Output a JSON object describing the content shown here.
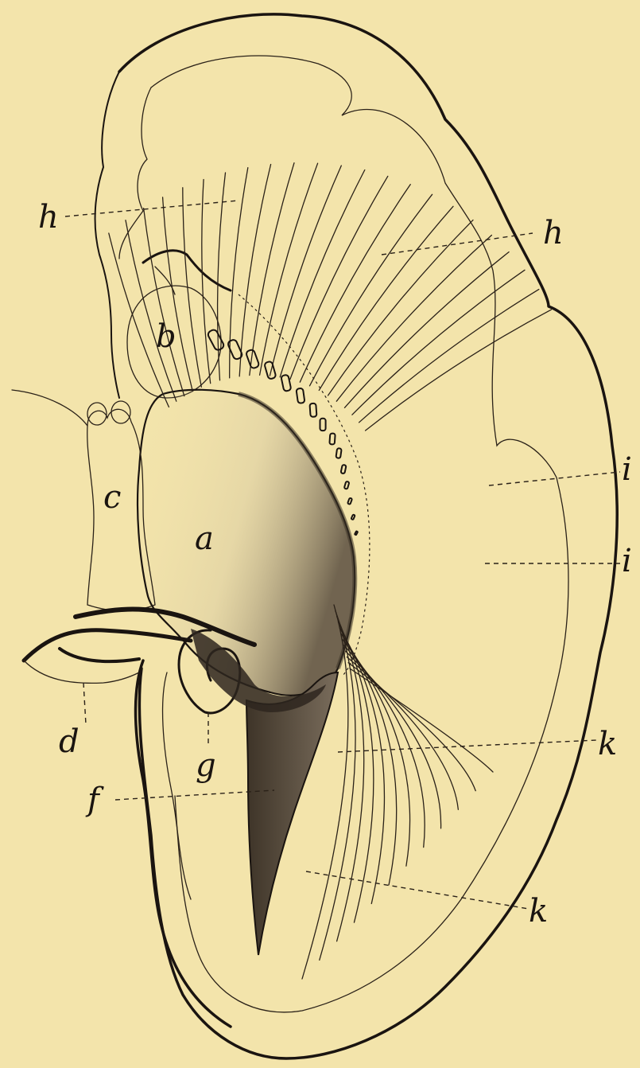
{
  "figure": {
    "colors": {
      "paper": "#f3e4ab",
      "ink": "#1a1410",
      "shade_light": "#e8dcc0",
      "shade_dark": "#5a4e40"
    },
    "labels": {
      "a": "a",
      "b": "b",
      "c": "c",
      "d": "d",
      "f": "f",
      "g": "g",
      "h_left": "h",
      "h_right": "h",
      "i_upper": "i",
      "i_lower": "i",
      "k_upper": "k",
      "k_lower": "k"
    }
  }
}
